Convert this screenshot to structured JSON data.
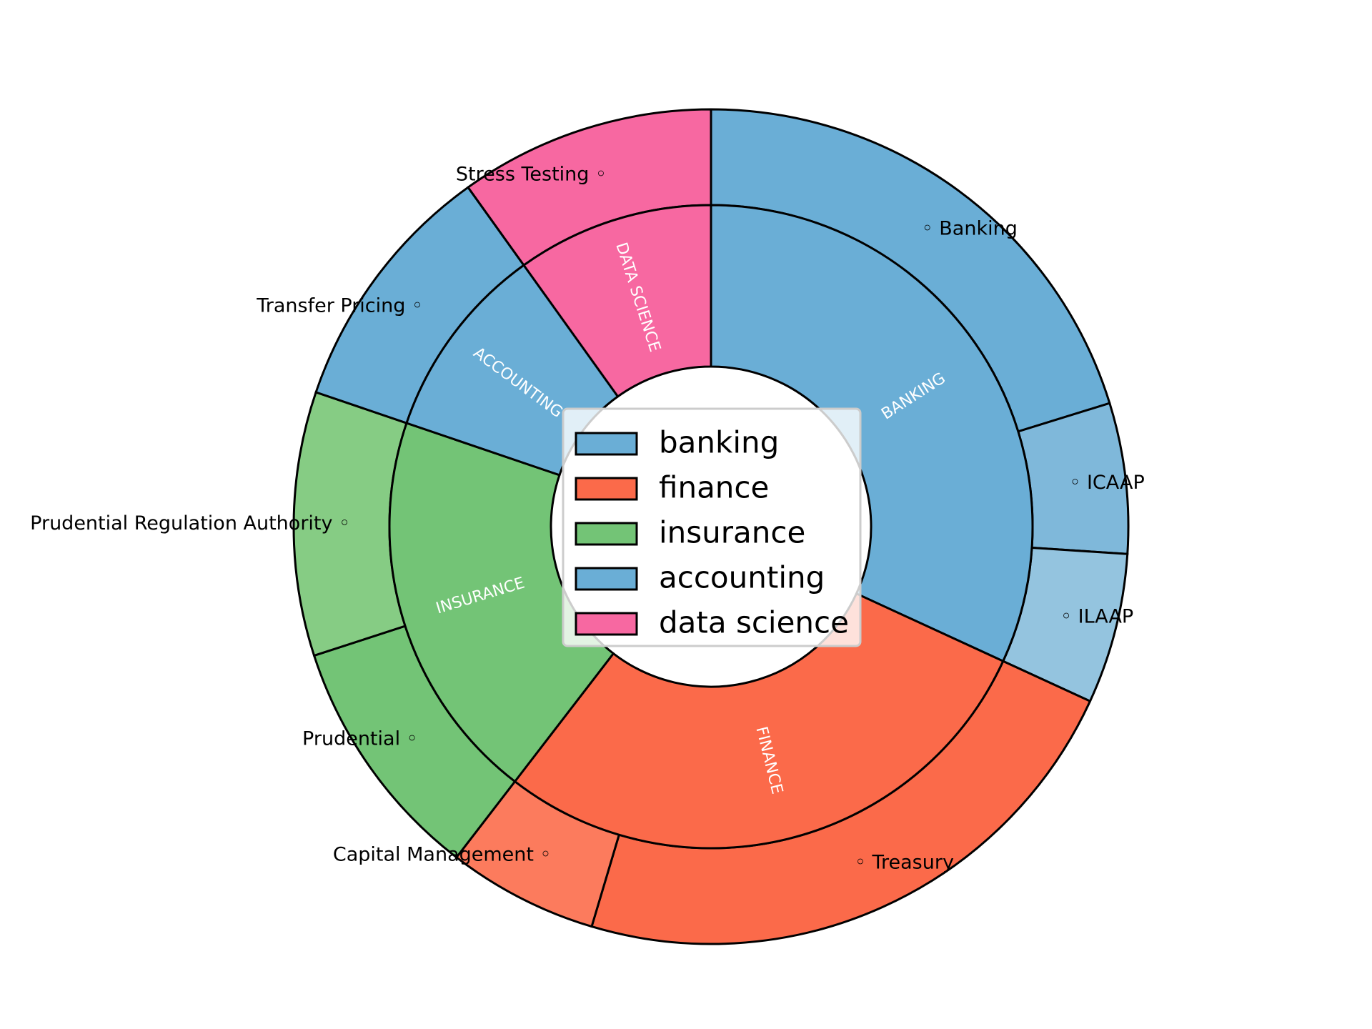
{
  "chart_data": {
    "type": "sunburst",
    "legend_placement": "center",
    "inner": [
      {
        "label": "BANKING",
        "value": 29,
        "color": "#6aaed6"
      },
      {
        "label": "FINANCE",
        "value": 26,
        "color": "#fb6a4a"
      },
      {
        "label": "INSURANCE",
        "value": 18,
        "color": "#73c476"
      },
      {
        "label": "ACCOUNTING",
        "value": 9,
        "color": "#6aaed6"
      },
      {
        "label": "DATA SCIENCE",
        "value": 9,
        "color": "#f768a1"
      }
    ],
    "outer": [
      {
        "label": "Banking",
        "parent": "BANKING",
        "value": 18.4,
        "color": "#6aaed6"
      },
      {
        "label": "ICAAP",
        "parent": "BANKING",
        "value": 5.3,
        "color": "#7fb8da"
      },
      {
        "label": "ILAAP",
        "parent": "BANKING",
        "value": 5.3,
        "color": "#94c4df"
      },
      {
        "label": "Treasury",
        "parent": "FINANCE",
        "value": 20.7,
        "color": "#fb6a4a"
      },
      {
        "label": "Capital Management",
        "parent": "FINANCE",
        "value": 5.3,
        "color": "#fc7b5d"
      },
      {
        "label": "Prudential",
        "parent": "INSURANCE",
        "value": 8.7,
        "color": "#73c476"
      },
      {
        "label": "Prudential Regulation Authority",
        "parent": "INSURANCE",
        "value": 9.3,
        "color": "#86cc84"
      },
      {
        "label": "Transfer Pricing",
        "parent": "ACCOUNTING",
        "value": 9,
        "color": "#6aaed6"
      },
      {
        "label": "Stress Testing",
        "parent": "DATA SCIENCE",
        "value": 9,
        "color": "#f768a1"
      }
    ],
    "legend": [
      {
        "label": "banking",
        "color": "#6aaed6"
      },
      {
        "label": "finance",
        "color": "#fb6a4a"
      },
      {
        "label": "insurance",
        "color": "#73c476"
      },
      {
        "label": "accounting",
        "color": "#6aaed6"
      },
      {
        "label": "data science",
        "color": "#f768a1"
      }
    ]
  }
}
